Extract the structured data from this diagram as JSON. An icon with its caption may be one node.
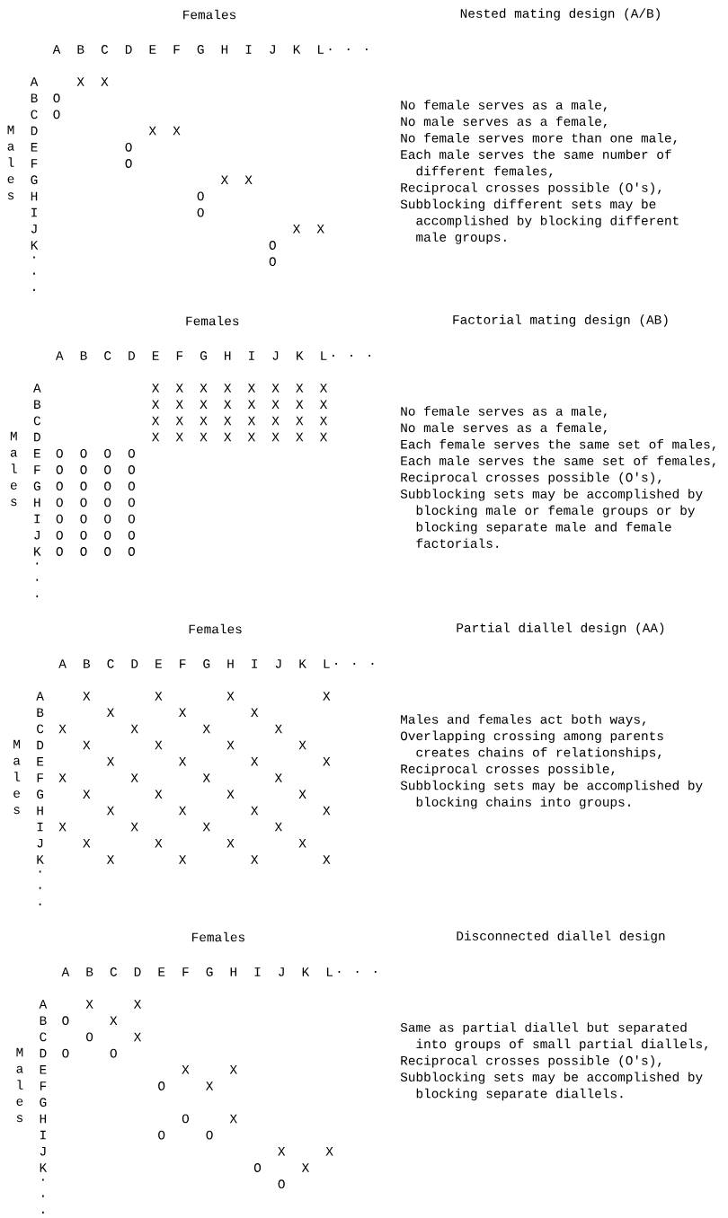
{
  "diagram": {
    "labels": [
      "Females",
      "Nested mating design (A/B)",
      "A",
      "B",
      "C",
      "D",
      "E",
      "F",
      "G",
      "H",
      "I",
      "J",
      "K",
      "L",
      ". . .",
      "Males",
      "A",
      "X",
      "X",
      "B",
      "O",
      "C",
      "O",
      "D",
      "X",
      "X",
      "E",
      "O",
      "F",
      "O",
      "G",
      "X",
      "X",
      "H",
      "O",
      "I",
      "O",
      "J",
      "X",
      "X",
      "K",
      "O",
      "...",
      "O",
      "No female serves as a male,",
      "No male serves as a female,",
      "No female serves more than one male,",
      "Each male serves the same number of different females,",
      "Reciprocal crosses possible (O's),",
      "Subblocking different sets may be accomplished by blocking different male groups.",
      "Females",
      "Factorial mating design (AB)",
      "A",
      "B",
      "C",
      "D",
      "E",
      "F",
      "G",
      "H",
      "I",
      "J",
      "K",
      "L",
      ". . .",
      "Males",
      "A",
      "X",
      "X",
      "X",
      "X",
      "X",
      "X",
      "X",
      "X",
      "B",
      "X",
      "X",
      "X",
      "X",
      "X",
      "X",
      "X",
      "X",
      "C",
      "X",
      "X",
      "X",
      "X",
      "X",
      "X",
      "X",
      "X",
      "D",
      "X",
      "X",
      "X",
      "X",
      "X",
      "X",
      "X",
      "X",
      "E",
      "O",
      "O",
      "O",
      "O",
      "F",
      "O",
      "O",
      "O",
      "O",
      "G",
      "O",
      "O",
      "O",
      "O",
      "H",
      "O",
      "O",
      "O",
      "O",
      "I",
      "O",
      "O",
      "O",
      "O",
      "J",
      "O",
      "O",
      "O",
      "O",
      "K",
      "O",
      "O",
      "O",
      "O",
      "...",
      "No female serves as a male,",
      "No male serves as a female,",
      "Each female serves the same set of males,",
      "Each male serves the same set of females,",
      "Reciprocal crosses possible (O's),",
      "Subblocking sets may be accomplished by blocking male or female groups or by blocking separate male and female factorials.",
      "Females",
      "Partial diallel design (AA)",
      "A",
      "B",
      "C",
      "D",
      "E",
      "F",
      "G",
      "H",
      "I",
      "J",
      "K",
      "L",
      ". . .",
      "Males",
      "A",
      "X",
      "X",
      "X",
      "X",
      "B",
      "X",
      "X",
      "X",
      "C",
      "X",
      "X",
      "X",
      "X",
      "D",
      "X",
      "X",
      "X",
      "X",
      "E",
      "X",
      "X",
      "X",
      "X",
      "F",
      "X",
      "X",
      "X",
      "X",
      "G",
      "X",
      "X",
      "X",
      "X",
      "H",
      "X",
      "X",
      "X",
      "X",
      "I",
      "X",
      "X",
      "X",
      "X",
      "J",
      "X",
      "X",
      "X",
      "X",
      "K",
      "X",
      "X",
      "X",
      "X",
      "...",
      "Males and females act both ways,",
      "Overlapping crossing among parents creates chains of relationships,",
      "Reciprocal crosses possible,",
      "Subblocking sets may be accomplished by blocking chains into groups.",
      "Females",
      "Disconnected diallel design",
      "A",
      "B",
      "C",
      "D",
      "E",
      "F",
      "G",
      "H",
      "I",
      "J",
      "K",
      "L",
      ". . .",
      "Males",
      "A",
      "X",
      "X",
      "B",
      "O",
      "X",
      "C",
      "O",
      "X",
      "D",
      "O",
      "O",
      "E",
      "X",
      "X",
      "F",
      "O",
      "X",
      "G",
      "H",
      "O",
      "X",
      "I",
      "O",
      "O",
      "J",
      "X",
      "X",
      "K",
      "O",
      "X",
      "...",
      "O",
      "Same as partial diallel but separated into groups of small partial diallels,",
      "Reciprocal crosses possible (O's),",
      "Subblocking sets may be accomplished by blocking separate diallels."
    ]
  }
}
